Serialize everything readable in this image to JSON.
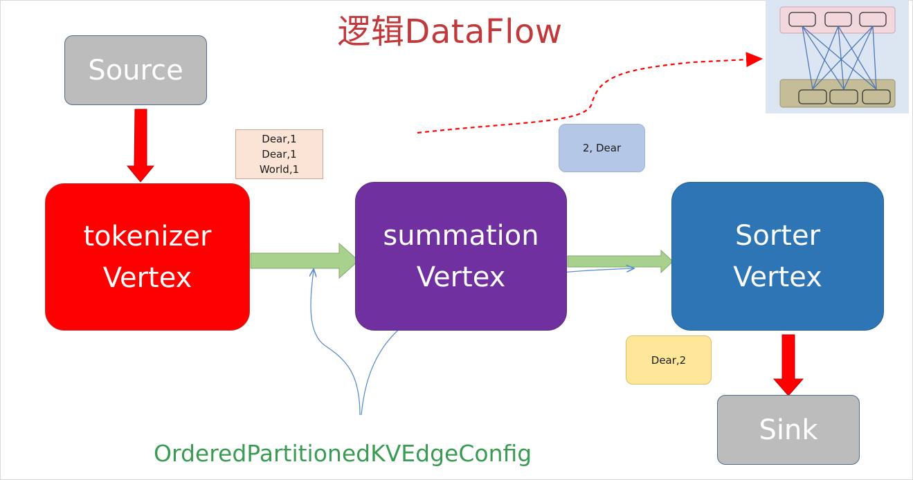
{
  "title": "逻辑DataFlow",
  "nodes": {
    "source": "Source",
    "tokenizer": {
      "line1": "tokenizer",
      "line2": "Vertex"
    },
    "summation": {
      "line1": "summation",
      "line2": "Vertex"
    },
    "sorter": {
      "line1": "Sorter",
      "line2": "Vertex"
    },
    "sink": "Sink"
  },
  "data_labels": {
    "tokenizer_output": [
      "Dear,1",
      "Dear,1",
      "World,1"
    ],
    "summation_output": "2, Dear",
    "sorter_output": "Dear,2"
  },
  "edge_config_label": "OrderedPartitionedKVEdgeConfig",
  "colors": {
    "title": "#c0393b",
    "source_sink": "#bcbcbc",
    "tokenizer": "#ff0000",
    "summation": "#7030a0",
    "sorter": "#2e75b6",
    "edge_arrow": "#a9d18e",
    "control_arrow": "#ff0000",
    "edge_config_text": "#3a9b53"
  }
}
